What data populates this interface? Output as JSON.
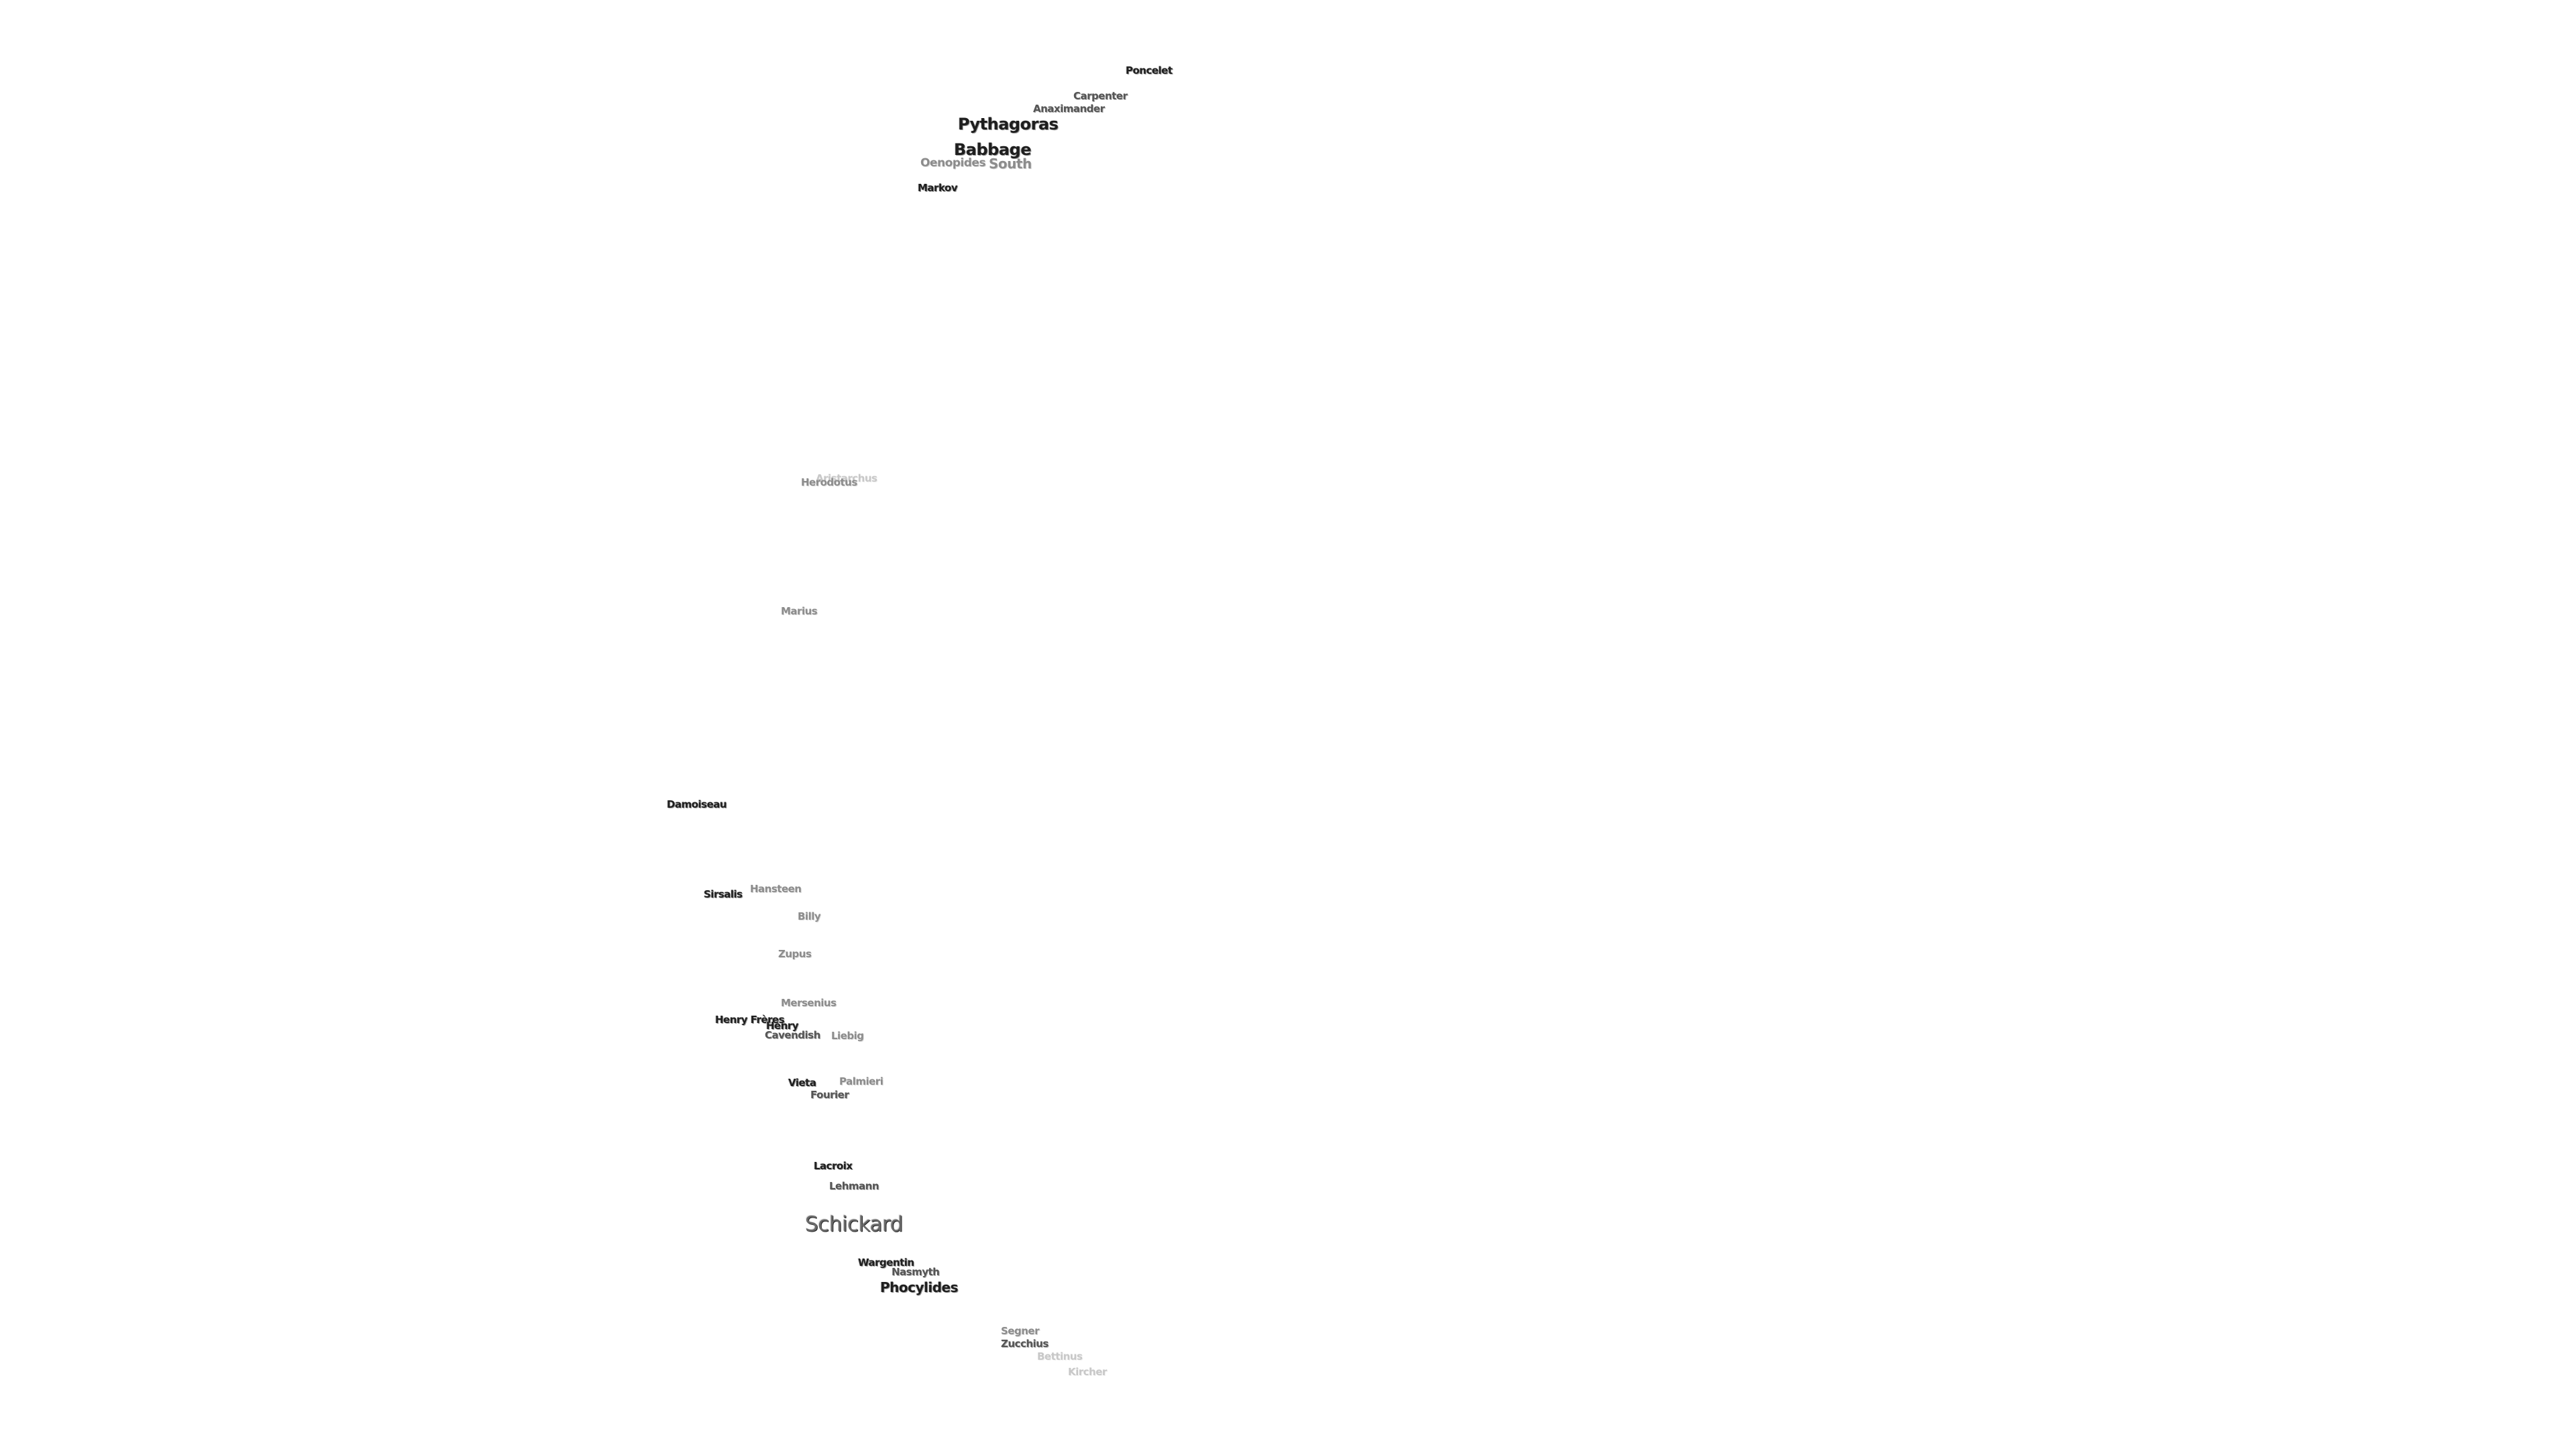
{
  "map": {
    "labels": {
      "poncelet": "Poncelet",
      "carpenter": "Carpenter",
      "anaximander": "Anaximander",
      "pythagoras": "Pythagoras",
      "babbage": "Babbage",
      "oenopides": "Oenopides",
      "south": "South",
      "markov": "Markov",
      "herodotus": "Herodotus",
      "aristarchus": "Aristarchus",
      "marius": "Marius",
      "damoiseau": "Damoiseau",
      "sirsalis": "Sirsalis",
      "hansteen": "Hansteen",
      "billy": "Billy",
      "zupus": "Zupus",
      "mersenius": "Mersenius",
      "henry_freres": "Henry Frères",
      "henry": "Henry",
      "cavendish": "Cavendish",
      "liebig": "Liebig",
      "vieta": "Vieta",
      "palmieri": "Palmieri",
      "fourier": "Fourier",
      "lacroix": "Lacroix",
      "lehmann": "Lehmann",
      "schickard": "Schickard",
      "wargentin": "Wargentin",
      "nasmyth": "Nasmyth",
      "phocylides": "Phocylides",
      "segner": "Segner",
      "zucchius": "Zucchius",
      "bettinus": "Bettinus",
      "kircher": "Kircher"
    }
  }
}
